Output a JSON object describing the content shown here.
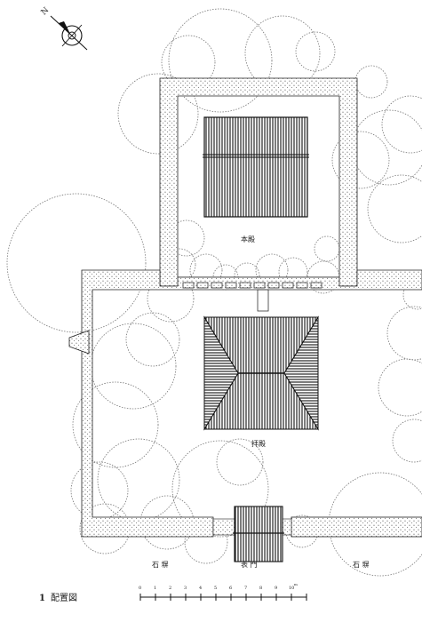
{
  "compass": {
    "label": "N",
    "icon": "north-arrow-icon"
  },
  "labels": {
    "honden": "本殿",
    "haiden": "拝殿",
    "stone_wall_left": "石 塀",
    "gate": "表 門",
    "stone_wall_right": "石 塀"
  },
  "caption": {
    "number": "1",
    "title": "配置図"
  },
  "scale": {
    "ticks": [
      "0",
      "1",
      "2",
      "3",
      "4",
      "5",
      "6",
      "7",
      "8",
      "9",
      "10"
    ],
    "unit": "m"
  }
}
